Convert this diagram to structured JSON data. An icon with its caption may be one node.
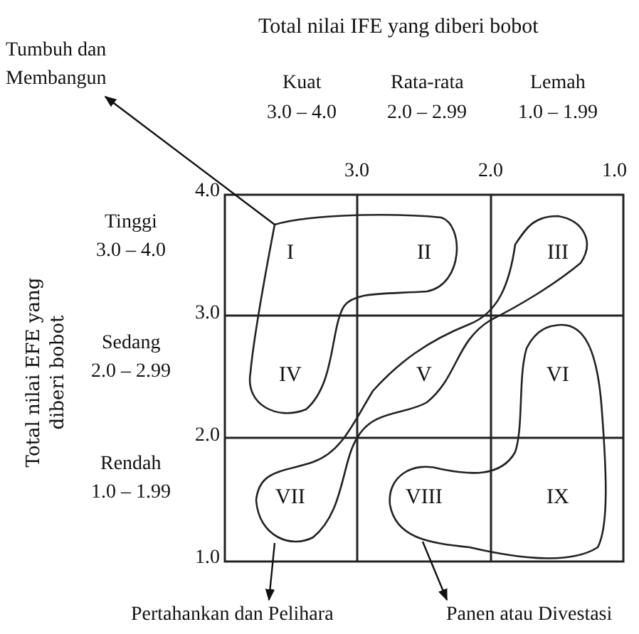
{
  "diagram": {
    "nodes": [
      {
        "text": [
          "Tumbuh dan Membangun"
        ]
      },
      {
        "text": [],
        "shape": "cloud"
      },
      {
        "text": [],
        "shape": "cloud"
      },
      {
        "text": [],
        "shape": "cloud"
      },
      {
        "text": [
          "Pertahankan dan Pelihara"
        ]
      },
      {
        "text": [
          "Panen atau Divestasi"
        ]
      }
    ],
    "edges": [
      {
        "from": 1,
        "to": 0,
        "arrow": "to"
      },
      {
        "from": 2,
        "to": 4,
        "arrow": "to"
      },
      {
        "from": 3,
        "to": 5,
        "arrow": "to"
      }
    ],
    "labels": [
      "Total nilai IFE yang diberi bobot",
      "Kuat",
      "Rata-rata",
      "Lemah",
      "3.0 – 4.0",
      "2.0 – 2.99",
      "1.0 – 1.99",
      "3.0",
      "2.0",
      "1.0",
      "4.0",
      "Tinggi",
      "3.0 – 4.0",
      "I",
      "II",
      "III",
      "3.0",
      "Total nilai EFE yang diberi bobot",
      "Sedang",
      "2.0 – 2.99",
      "IV",
      "V",
      "VI",
      "2.0",
      "Rendah",
      "1.0 – 1.99",
      "VII",
      "VIII",
      "IX",
      "1.0"
    ]
  }
}
